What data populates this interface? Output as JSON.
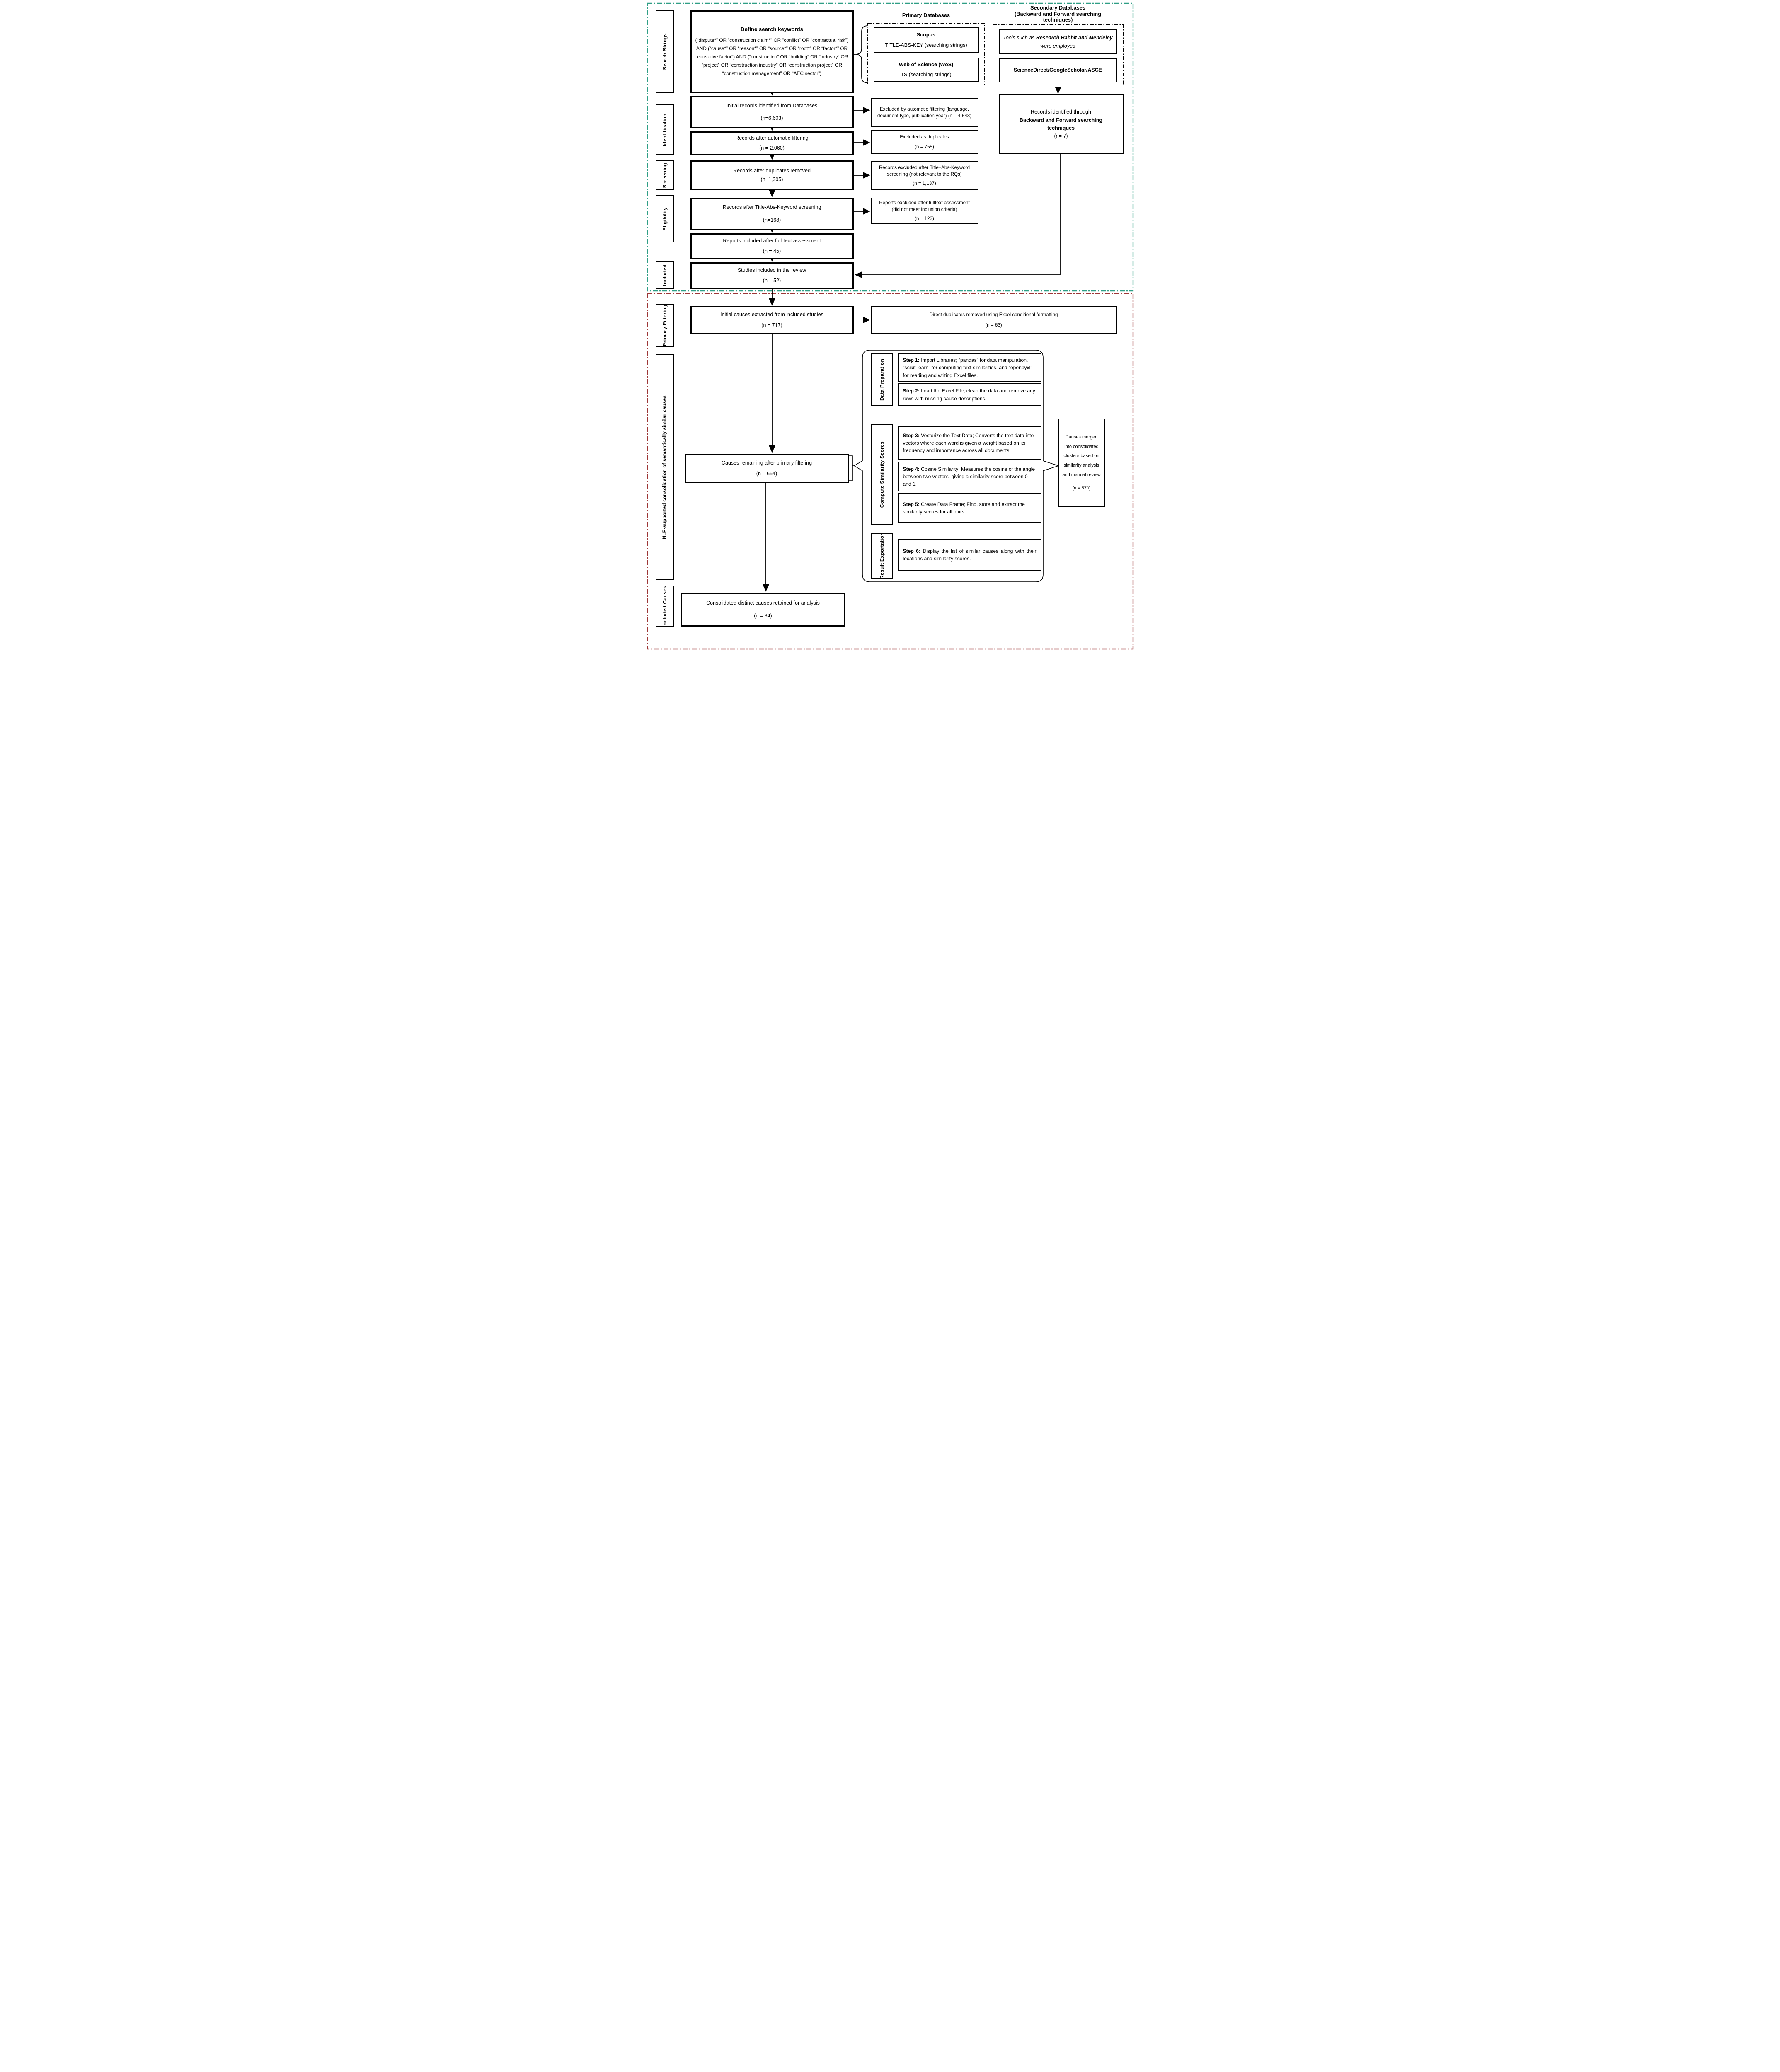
{
  "colors": {
    "top_region_border": "#2f9e85",
    "bottom_region_border": "#9c3636",
    "line": "#000000"
  },
  "sections": {
    "search_strings": "Search Strings",
    "identification": "Identification",
    "screening": "Screening",
    "eligibility": "Eligibility",
    "included": "Included",
    "primary_filtering": "Primary Filtering",
    "nlp": "NLP-supported consolidation of semantically similar causes",
    "included_causes": "Included Causes"
  },
  "define": {
    "title": "Define search keywords",
    "body": "(“dispute*” OR “construction claim*” OR “conflict” OR “contractual risk”) AND (“cause*” OR “reason*” OR “source*” OR “root*” OR “factor*” OR “causative factor”) AND (“construction” OR “building” OR “industry” OR “project” OR “construction industry” OR “construction project” OR “construction management” OR “AEC sector”)"
  },
  "primary_db": {
    "title": "Primary Databases",
    "scopus_name": "Scopus",
    "scopus_query": "TITLE-ABS-KEY (searching strings)",
    "wos_name": "Web of Science (WoS)",
    "wos_query": "TS (searching strings)"
  },
  "secondary_db": {
    "title": "Secondary Databases",
    "subtitle": "(Backward and Forward searching techniques)",
    "tools_prefix": "Tools such as ",
    "tools_bold": "Research Rabbit and Mendeley",
    "tools_suffix": " were employed",
    "providers": "ScienceDirect/GoogleScholar/ASCE"
  },
  "backward_forward": {
    "line1": "Records identified through",
    "line2": "Backward and Forward searching",
    "line3": "techniques",
    "n": "(n= 7)"
  },
  "flow": {
    "initial_records": {
      "label": "Initial records identified from Databases",
      "n": "(n=6,603)"
    },
    "after_filtering": {
      "label": "Records after automatic filtering",
      "n": "(n = 2,060)"
    },
    "after_duplicates": {
      "label": "Records after duplicates removed",
      "n": "(n=1,305)"
    },
    "after_tak": {
      "label": "Records after Title-Abs-Keyword screening",
      "n": "(n=168)"
    },
    "fulltext_included": {
      "label": "Reports included after full-text assessment",
      "n": "(n = 45)"
    },
    "studies_included": {
      "label": "Studies included in the review",
      "n": "(n = 52)"
    },
    "initial_causes": {
      "label": "Initial causes extracted from included studies",
      "n": "(n = 717)"
    },
    "causes_remaining": {
      "label": "Causes remaining after primary filtering",
      "n": "(n = 654)"
    },
    "consolidated": {
      "label": "Consolidated distinct causes retained for analysis",
      "n": "(n = 84)"
    }
  },
  "excluded": {
    "auto_filter": {
      "label": "Excluded by automatic filtering (language, document type, publication year) (n = 4,543)"
    },
    "duplicates": {
      "label": "Excluded as duplicates",
      "n": "(n = 755)"
    },
    "tak": {
      "label": "Records excluded after Title–Abs-Keyword screening (not relevant to the RQs)",
      "n": "(n = 1,137)"
    },
    "fulltext": {
      "label": "Reports excluded after fulltext assessment (did not meet inclusion criteria)",
      "n": "(n = 123)"
    },
    "direct_dupes": {
      "label": "Direct duplicates removed using Excel conditional formatting",
      "n": "(n = 63)"
    }
  },
  "nlp": {
    "group_labels": {
      "data_prep": "Data Preparation",
      "compute": "Compute Similarity Scores",
      "result": "Result Exportation"
    },
    "steps": [
      {
        "prefix": "Step 1:",
        "text": " Import Libraries; “pandas” for data manipulation, “scikit-learn” for computing text similarities, and “openpyxl” for reading and writing Excel files."
      },
      {
        "prefix": "Step 2:",
        "text": " Load the Excel File, clean the data and remove any rows with missing cause descriptions."
      },
      {
        "prefix": "Step 3:",
        "text": " Vectorize the Text Data; Converts the text data into vectors where each word is given a weight based on its frequency and importance across all documents."
      },
      {
        "prefix": "Step 4:",
        "text": " Cosine Similarity; Measures the cosine of the angle between two vectors, giving a similarity score between 0 and 1."
      },
      {
        "prefix": "Step 5:",
        "text": " Create Data Frame; Find, store and extract the similarity scores for all pairs."
      },
      {
        "prefix": "Step 6:",
        "text": " Display the list of similar causes along with their locations and similarity scores."
      }
    ],
    "merged": {
      "label": "Causes merged into consolidated clusters based on similarity analysis and manual review",
      "n": "(n = 570)"
    }
  }
}
